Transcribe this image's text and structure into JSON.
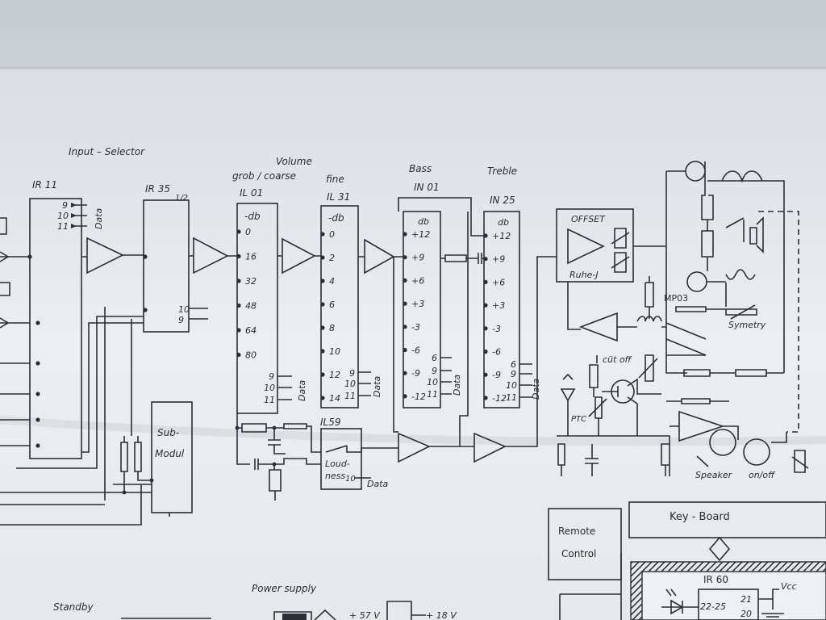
{
  "labels": {
    "input_selector": "Input – Selector",
    "volume": "Volume",
    "grob_coarse": "grob / coarse",
    "fine": "fine",
    "bass": "Bass",
    "treble": "Treble",
    "ir11": "IR 11",
    "ir35": "IR 35",
    "ir35_half": "1/2",
    "il01": "IL 01",
    "il31": "IL 31",
    "in01": "IN 01",
    "in25": "IN 25",
    "db_minus": "-db",
    "db": "db",
    "data": "Data",
    "offset": "OFFSET",
    "ruhe_j": "Ruhe-J",
    "mp03": "MP03",
    "symetry": "Symetry",
    "cut_off": "cüt off",
    "ptc": "PTC",
    "speaker": "Speaker",
    "on_off": "on/off",
    "sub_modul_1": "Sub-",
    "sub_modul_2": "Modul",
    "il59": "IL59",
    "loudness_1": "Loud-",
    "loudness_2": "ness",
    "loud_pin": "10",
    "remote_1": "Remote",
    "remote_2": "Control",
    "keyboard": "Key - Board",
    "ir60": "IR 60",
    "vcc": "Vcc",
    "pin_22_25": "22-25",
    "pin_21": "21",
    "pin_20": "20",
    "power_supply": "Power supply",
    "standby": "Standby",
    "v57": "+ 57 V",
    "v18": "+ 18 V"
  },
  "coarse_steps": [
    "0",
    "16",
    "32",
    "48",
    "64",
    "80"
  ],
  "fine_steps": [
    "0",
    "2",
    "4",
    "6",
    "8",
    "10",
    "12",
    "14"
  ],
  "tone_steps": [
    "+12",
    "+9",
    "+6",
    "+3",
    "-3",
    "-6",
    "-9",
    "-12"
  ],
  "data_pins": [
    "9",
    "10",
    "11"
  ],
  "tone_data_pins": [
    "6",
    "9",
    "10",
    "11"
  ],
  "ir35_pins": [
    "10",
    "9"
  ]
}
